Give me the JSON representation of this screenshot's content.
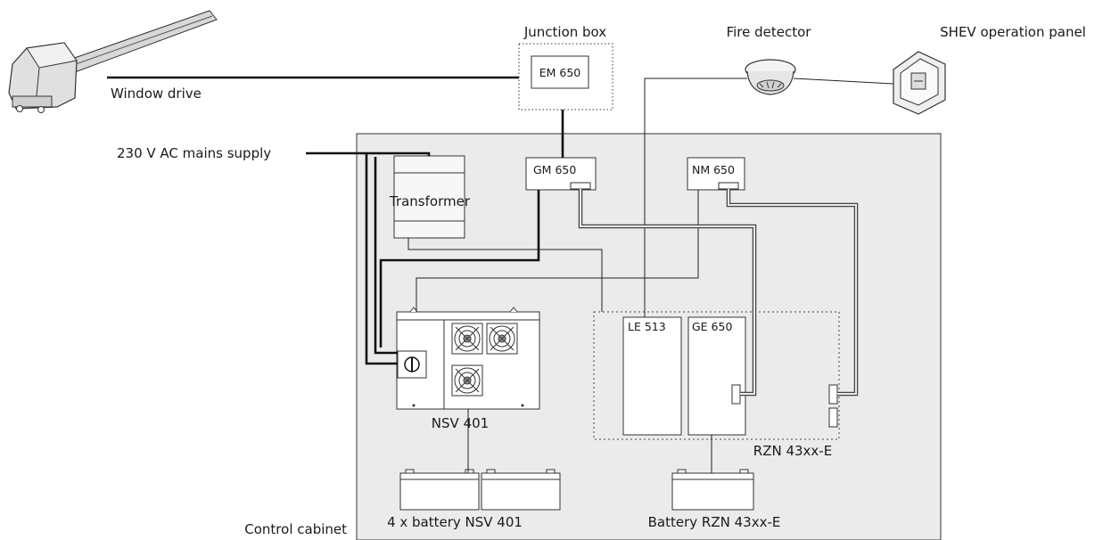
{
  "diagram": {
    "labels": {
      "junction_box": "Junction box",
      "fire_detector": "Fire detector",
      "shev_panel": "SHEV operation panel",
      "window_drive": "Window drive",
      "mains_supply": "230 V AC mains supply",
      "transformer": "Transformer",
      "nsv": "NSV 401",
      "rzn": "RZN 43xx-E",
      "nsv_batteries": "4 x battery NSV 401",
      "rzn_battery": "Battery RZN 43xx-E",
      "control_cabinet": "Control cabinet"
    },
    "modules": {
      "em": "EM 650",
      "gm": "GM 650",
      "nm": "NM 650",
      "le": "LE 513",
      "ge": "GE 650"
    }
  }
}
